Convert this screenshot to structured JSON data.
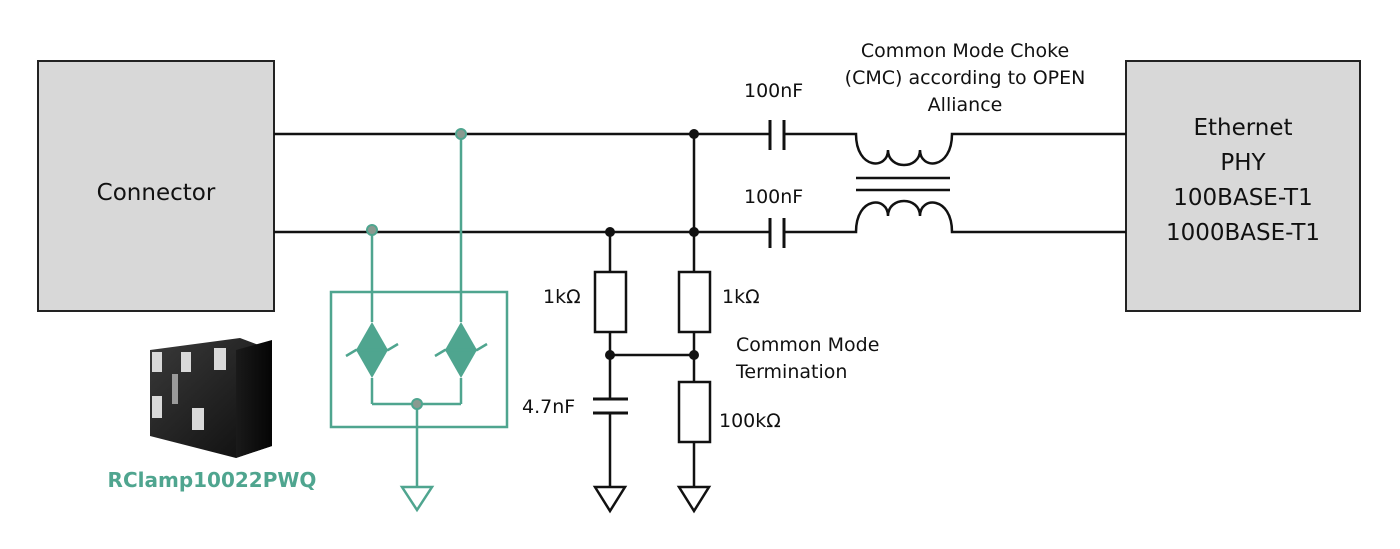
{
  "colors": {
    "wire": "#111111",
    "teal": "#4fa58f",
    "box_fill": "#d8d8d8",
    "box_stroke": "#222222"
  },
  "connector": {
    "label": "Connector"
  },
  "phy": {
    "lines": [
      "Ethernet",
      "PHY",
      "100BASE-T1",
      "1000BASE-T1"
    ]
  },
  "cmc": {
    "lines": [
      "Common Mode Choke",
      "(CMC) according to OPEN",
      "Alliance"
    ]
  },
  "capacitors": {
    "top": "100nF",
    "bottom": "100nF",
    "shunt": "4.7nF"
  },
  "resistors": {
    "left": "1kΩ",
    "right": "1kΩ",
    "bias": "100kΩ"
  },
  "termination": {
    "lines": [
      "Common Mode",
      "Termination"
    ]
  },
  "esd_part": {
    "name": "RClamp10022PWQ",
    "icon": "esd-chip-package-icon"
  }
}
